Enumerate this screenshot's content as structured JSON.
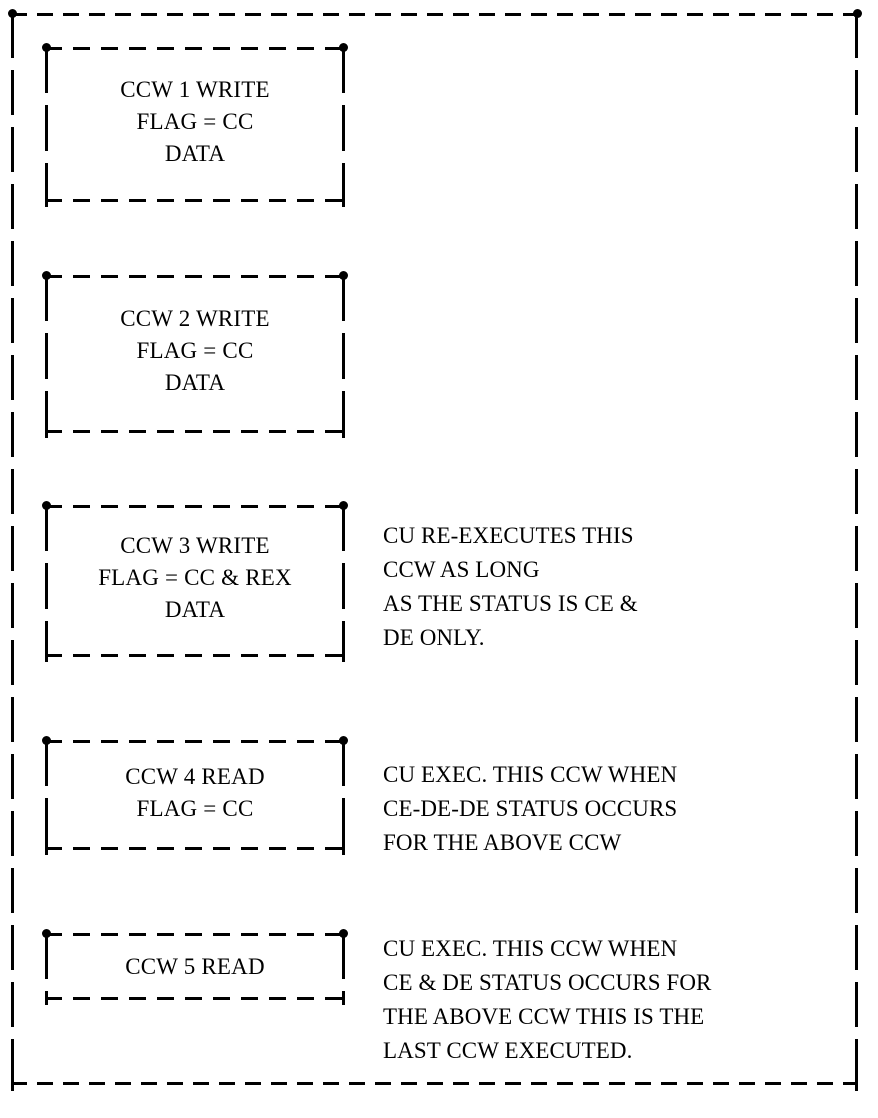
{
  "diagram": {
    "title": "CCW command chain execution diagram",
    "background_color": "#ffffff",
    "line_color": "#000000"
  },
  "boxes": [
    {
      "id": "ccw-1",
      "text": "CCW 1 WRITE\nFLAG = CC\nDATA",
      "lines": [
        "CCW 1 WRITE",
        "FLAG = CC",
        "DATA"
      ]
    },
    {
      "id": "ccw-2",
      "text": "CCW 2 WRITE\nFLAG = CC\nDATA",
      "lines": [
        "CCW 2 WRITE",
        "FLAG = CC",
        "DATA"
      ]
    },
    {
      "id": "ccw-3",
      "text": "CCW 3 WRITE\nFLAG = CC & REX\nDATA",
      "lines": [
        "CCW 3 WRITE",
        "FLAG = CC & REX",
        "DATA"
      ]
    },
    {
      "id": "ccw-4",
      "text": "CCW 4 READ\nFLAG = CC",
      "lines": [
        "CCW 4 READ",
        "FLAG = CC"
      ]
    },
    {
      "id": "ccw-5",
      "text": "CCW 5 READ",
      "lines": [
        "CCW 5 READ"
      ]
    }
  ],
  "annotations": [
    {
      "id": "annotation-ccw-3",
      "text": "CU RE-EXECUTES THIS\nCCW AS LONG\nAS THE STATUS IS CE &\nDE ONLY.",
      "lines": [
        "CU RE-EXECUTES THIS",
        "CCW AS LONG",
        "AS THE STATUS IS CE &",
        "DE ONLY."
      ]
    },
    {
      "id": "annotation-ccw-4",
      "text": "CU EXEC. THIS CCW WHEN\nCE-DE-DE STATUS OCCURS\n FOR THE ABOVE CCW",
      "lines": [
        "CU EXEC. THIS CCW WHEN",
        "CE-DE-DE STATUS OCCURS",
        " FOR THE ABOVE CCW"
      ]
    },
    {
      "id": "annotation-ccw-5",
      "text": "CU EXEC. THIS CCW WHEN\nCE & DE STATUS OCCURS FOR\nTHE ABOVE CCW THIS IS THE\nLAST CCW EXECUTED.",
      "lines": [
        "CU EXEC. THIS CCW WHEN",
        "CE & DE STATUS OCCURS FOR",
        "THE ABOVE CCW THIS IS THE",
        "LAST CCW EXECUTED."
      ]
    }
  ]
}
